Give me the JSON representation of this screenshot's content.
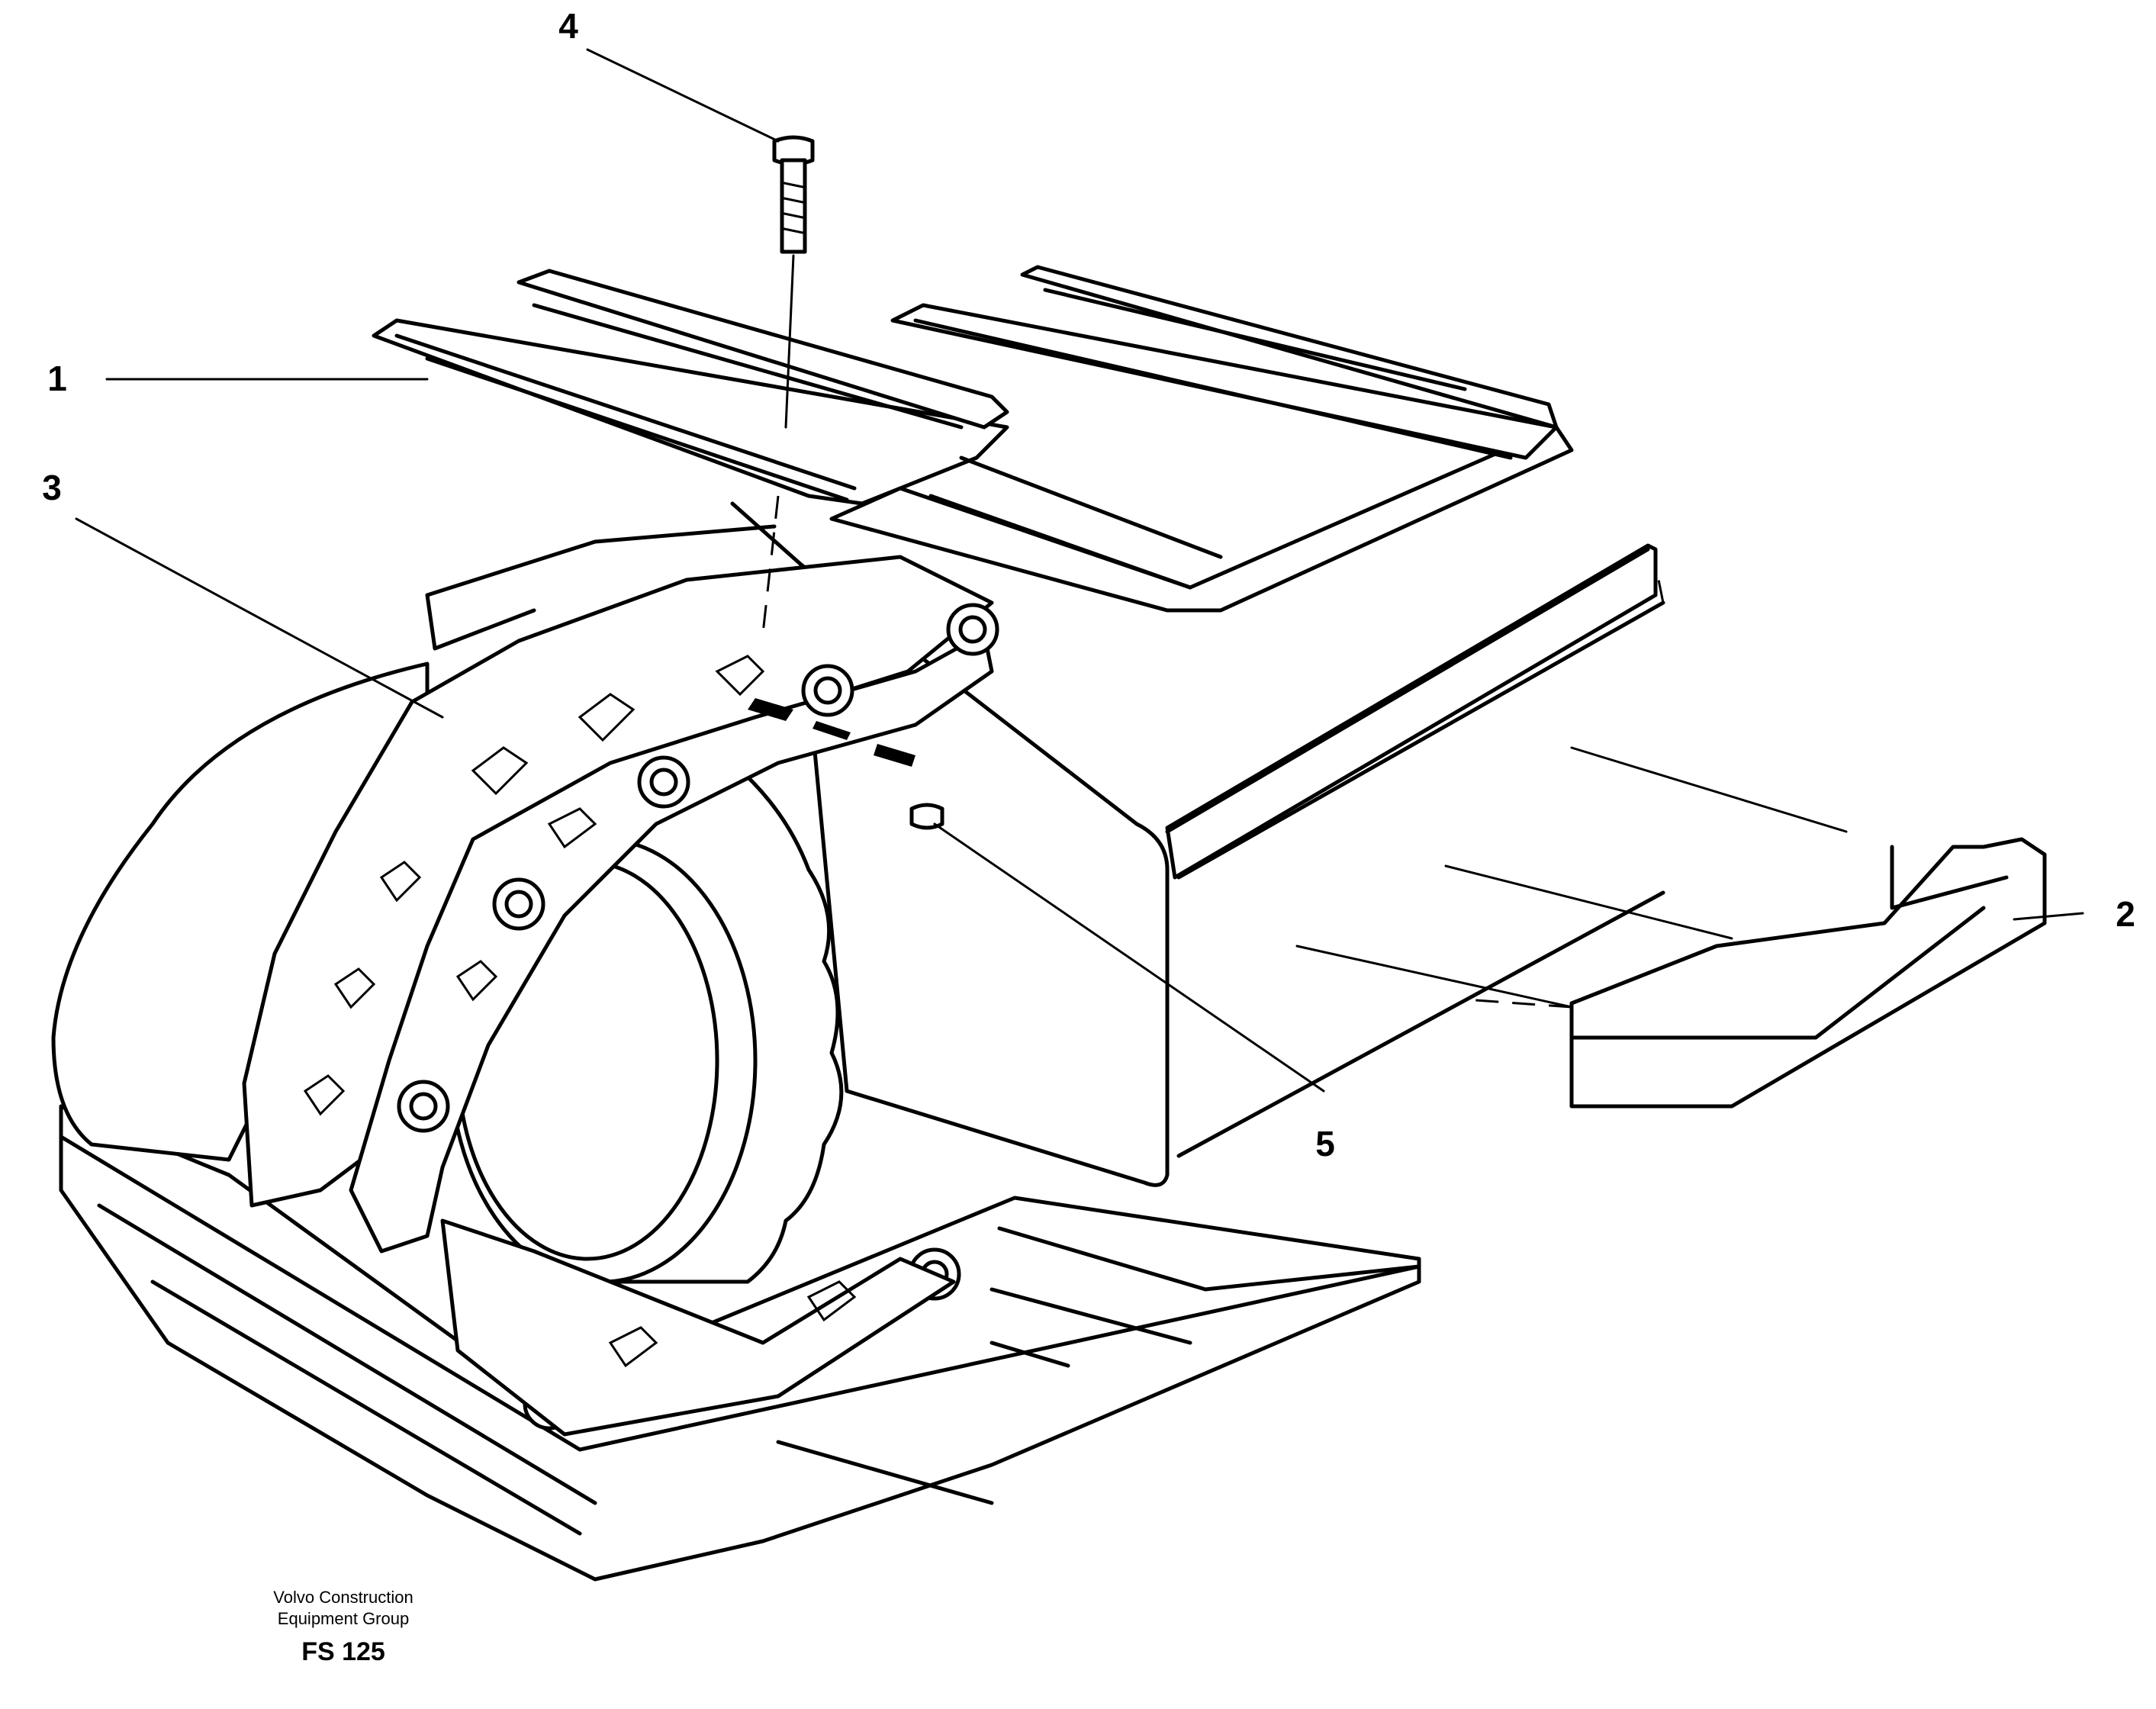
{
  "callouts": [
    {
      "id": "1",
      "label": "1"
    },
    {
      "id": "2",
      "label": "2"
    },
    {
      "id": "3",
      "label": "3"
    },
    {
      "id": "4",
      "label": "4"
    },
    {
      "id": "5",
      "label": "5"
    }
  ],
  "footer": {
    "line1": "Volvo Construction",
    "line2": "Equipment Group",
    "code": "FS 125"
  }
}
